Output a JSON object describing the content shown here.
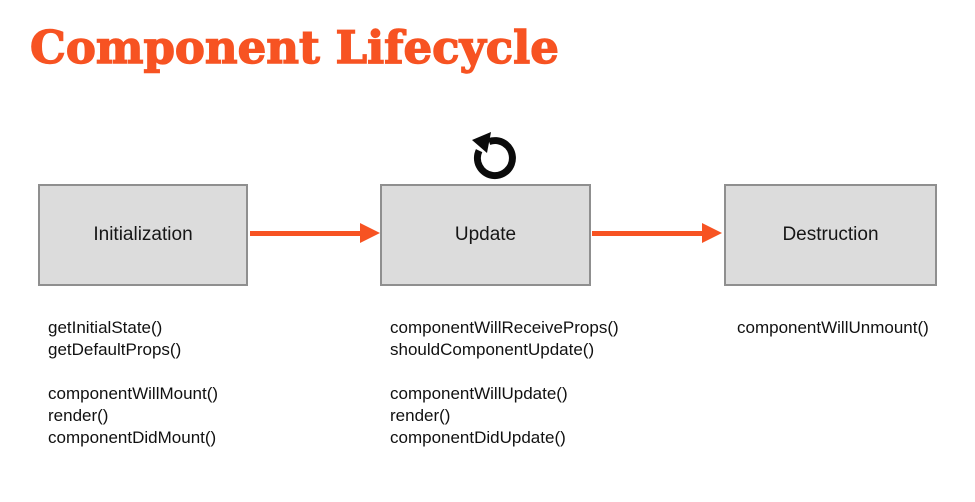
{
  "title": "Component Lifecycle",
  "colors": {
    "accent": "#F75322",
    "box_fill": "#DCDCDC",
    "box_border": "#8F8F8F",
    "icon": "#0B0B0B"
  },
  "icons": {
    "refresh": "counterclockwise-refresh"
  },
  "stages": [
    {
      "name": "Initialization",
      "methods_groups": [
        [
          "getInitialState()",
          "getDefaultProps()"
        ],
        [
          "componentWillMount()",
          "render()",
          "componentDidMount()"
        ]
      ]
    },
    {
      "name": "Update",
      "methods_groups": [
        [
          "componentWillReceiveProps()",
          "shouldComponentUpdate()"
        ],
        [
          "componentWillUpdate()",
          "render()",
          "componentDidUpdate()"
        ]
      ]
    },
    {
      "name": "Destruction",
      "methods_groups": [
        [
          "componentWillUnmount()"
        ]
      ]
    }
  ]
}
